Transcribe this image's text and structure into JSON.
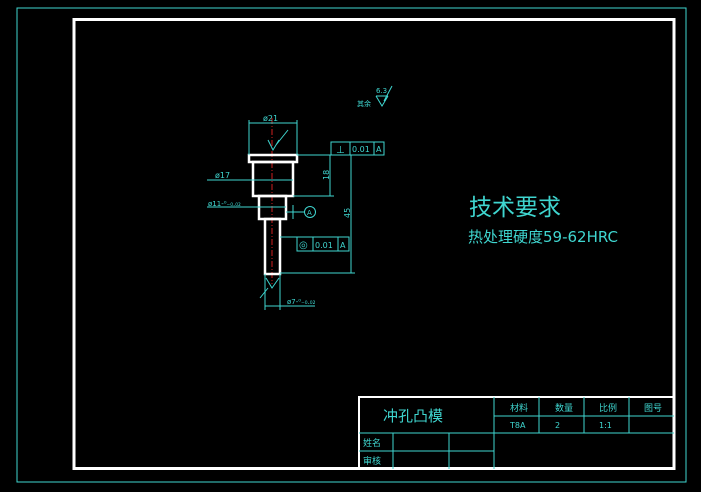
{
  "drawing": {
    "roughness_general": {
      "value": "6.3",
      "label": "其余"
    },
    "roughness_top": "",
    "dimensions": {
      "head_diameter": "ø21",
      "body_diameter": "ø17",
      "step_diameter": "ø11-⁰₋₀.₀₂",
      "shank_diameter": "ø7-⁰₋₀.₀₂",
      "body_length": "18",
      "total_length": "45"
    },
    "tolerances": {
      "perpendicularity": {
        "symbol": "⊥",
        "value": "0.01",
        "datum": "A"
      },
      "concentricity": {
        "symbol": "◎",
        "value": "0.01",
        "datum": "A"
      },
      "datum_label": "A"
    },
    "technical_requirements": {
      "title": "技术要求",
      "text": "热处理硬度59-62HRC"
    }
  },
  "title_block": {
    "part_name": "冲孔凸模",
    "headers": [
      "材料",
      "数量",
      "比例",
      "图号"
    ],
    "values": [
      "T8A",
      "2",
      "1:1",
      ""
    ],
    "rows": [
      "姓名",
      "审核"
    ]
  },
  "colors": {
    "background": "#000000",
    "lines": "#3fd6d0",
    "frame": "#ffffff",
    "centerline": "#d02020"
  }
}
